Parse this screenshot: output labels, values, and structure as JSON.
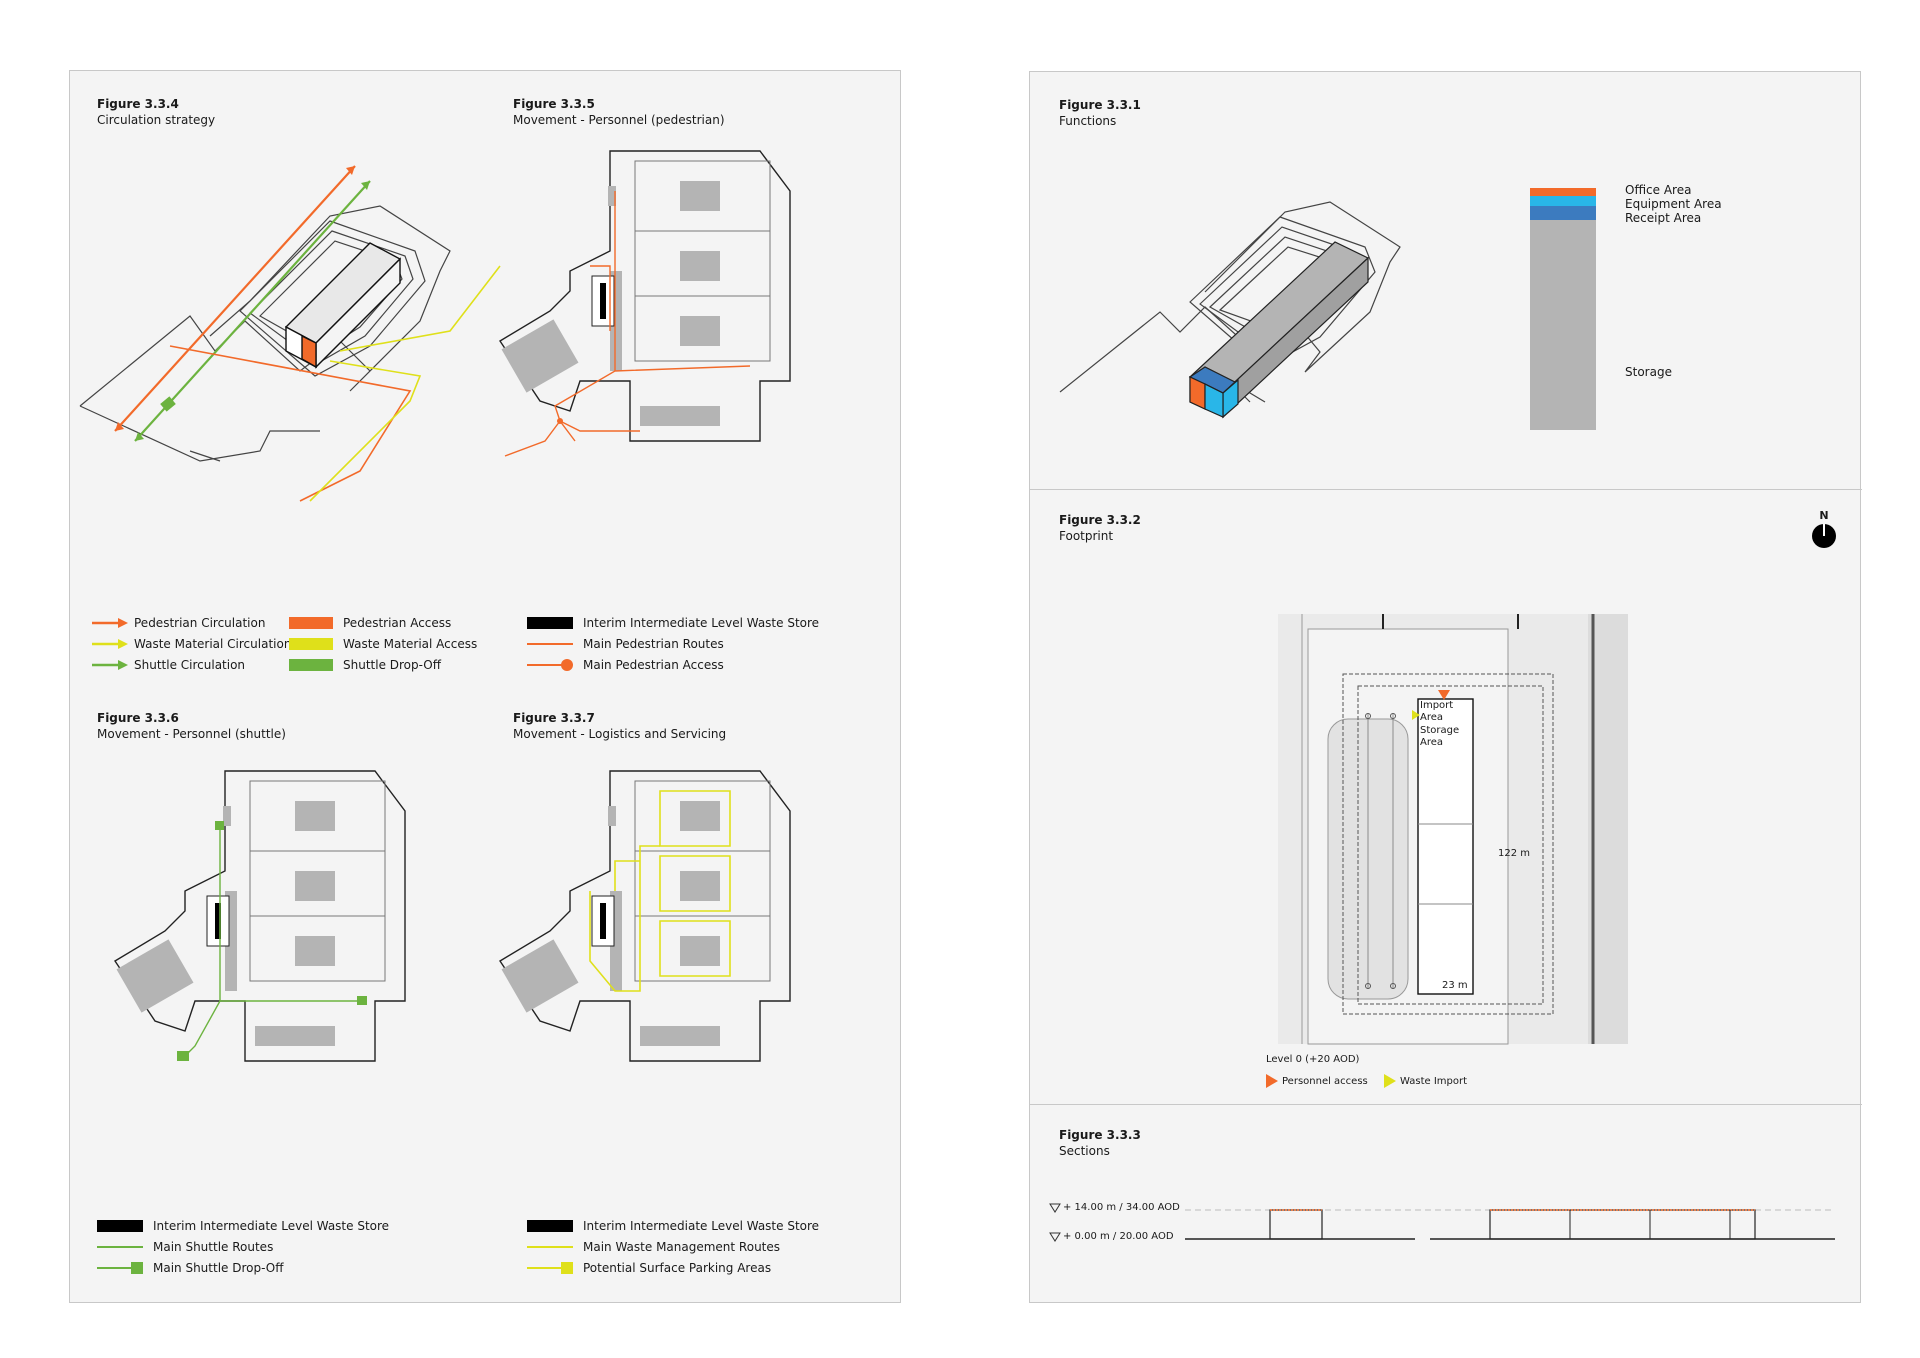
{
  "left_sheet": {
    "fig_334": {
      "number": "Figure 3.3.4",
      "title": "Circulation strategy"
    },
    "fig_335": {
      "number": "Figure 3.3.5",
      "title": "Movement - Personnel (pedestrian)"
    },
    "fig_336": {
      "number": "Figure 3.3.6",
      "title": "Movement - Personnel (shuttle)"
    },
    "fig_337": {
      "number": "Figure 3.3.7",
      "title": "Movement - Logistics and Servicing"
    },
    "legend_top_left": [
      {
        "label": "Pedestrian Circulation",
        "color": "#f26a2a",
        "kind": "arrow"
      },
      {
        "label": "Waste Material Circulation",
        "color": "#dfe01a",
        "kind": "arrow"
      },
      {
        "label": "Shuttle Circulation",
        "color": "#6cb33f",
        "kind": "arrow"
      }
    ],
    "legend_top_mid": [
      {
        "label": "Pedestrian Access",
        "color": "#f26a2a",
        "kind": "block"
      },
      {
        "label": "Waste Material Access",
        "color": "#dfe01a",
        "kind": "block"
      },
      {
        "label": "Shuttle Drop-Off",
        "color": "#6cb33f",
        "kind": "block"
      }
    ],
    "legend_top_right": [
      {
        "label": "Interim Intermediate Level Waste Store",
        "color": "#000000",
        "kind": "block"
      },
      {
        "label": "Main Pedestrian Routes",
        "color": "#f26a2a",
        "kind": "line"
      },
      {
        "label": "Main Pedestrian Access",
        "color": "#f26a2a",
        "kind": "line-dot"
      }
    ],
    "legend_bottom_left": [
      {
        "label": "Interim Intermediate Level Waste Store",
        "color": "#000000",
        "kind": "block"
      },
      {
        "label": "Main Shuttle Routes",
        "color": "#6cb33f",
        "kind": "line"
      },
      {
        "label": "Main Shuttle Drop-Off",
        "color": "#6cb33f",
        "kind": "line-square"
      }
    ],
    "legend_bottom_right": [
      {
        "label": "Interim Intermediate Level Waste Store",
        "color": "#000000",
        "kind": "block"
      },
      {
        "label": "Main Waste Management Routes",
        "color": "#dfe01a",
        "kind": "line"
      },
      {
        "label": "Potential Surface Parking Areas",
        "color": "#dfe01a",
        "kind": "line-square"
      }
    ]
  },
  "right_sheet": {
    "fig_331": {
      "number": "Figure 3.3.1",
      "title": "Functions"
    },
    "functions_legend": [
      {
        "label": "Office Area",
        "color": "#f26a2a"
      },
      {
        "label": "Equipment Area",
        "color": "#29b6e8"
      },
      {
        "label": "Receipt Area",
        "color": "#3c7bbf"
      },
      {
        "label": "Storage",
        "color": "#b4b4b4"
      }
    ],
    "fig_332": {
      "number": "Figure 3.3.2",
      "title": "Footprint"
    },
    "north_label": "N",
    "footprint": {
      "import_label": "Import Area",
      "storage_label": "Storage Area",
      "length": "122 m",
      "width": "23 m",
      "level": "Level 0 (+20 AOD)",
      "legend": [
        {
          "label": "Personnel access",
          "color": "#f26a2a"
        },
        {
          "label": "Waste Import",
          "color": "#dfe01a"
        }
      ]
    },
    "fig_333": {
      "number": "Figure 3.3.3",
      "title": "Sections"
    },
    "sections": {
      "upper_level": "+ 14.00 m / 34.00 AOD",
      "lower_level": "+ 0.00 m / 20.00 AOD"
    }
  },
  "colors": {
    "orange": "#f26a2a",
    "yellow": "#dfe01a",
    "green": "#6cb33f",
    "grey_building": "#b4b4b4"
  }
}
